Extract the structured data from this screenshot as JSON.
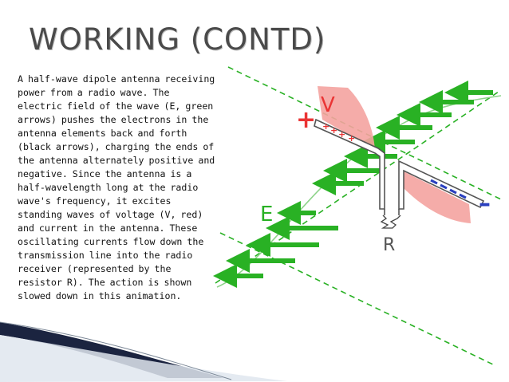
{
  "slide": {
    "title": "WORKING (CONTD)",
    "body": "A half-wave dipole antenna receiving power from a radio wave. The electric field of the wave (E, green arrows) pushes the electrons in the antenna elements back and forth (black arrows), charging the ends of the antenna alternately positive and negative. Since the antenna is a half-wavelength long at the radio wave's frequency, it excites standing waves of voltage (V, red) and current in the antenna. These oscillating currents flow down the transmission line into the radio receiver (represented by the resistor R). The action is shown slowed down in this animation."
  },
  "figure": {
    "label_v": "V",
    "label_e": "E",
    "label_r": "R",
    "label_plus": "+",
    "label_minus": "–",
    "colors": {
      "field": "#29b124",
      "voltage": "#f4a3a0",
      "voltage_label": "#ea3434",
      "charge_neg": "#2a3fbf",
      "antenna": "#555555",
      "title": "#4a4a4a",
      "swoosh": "#1b2440"
    }
  }
}
